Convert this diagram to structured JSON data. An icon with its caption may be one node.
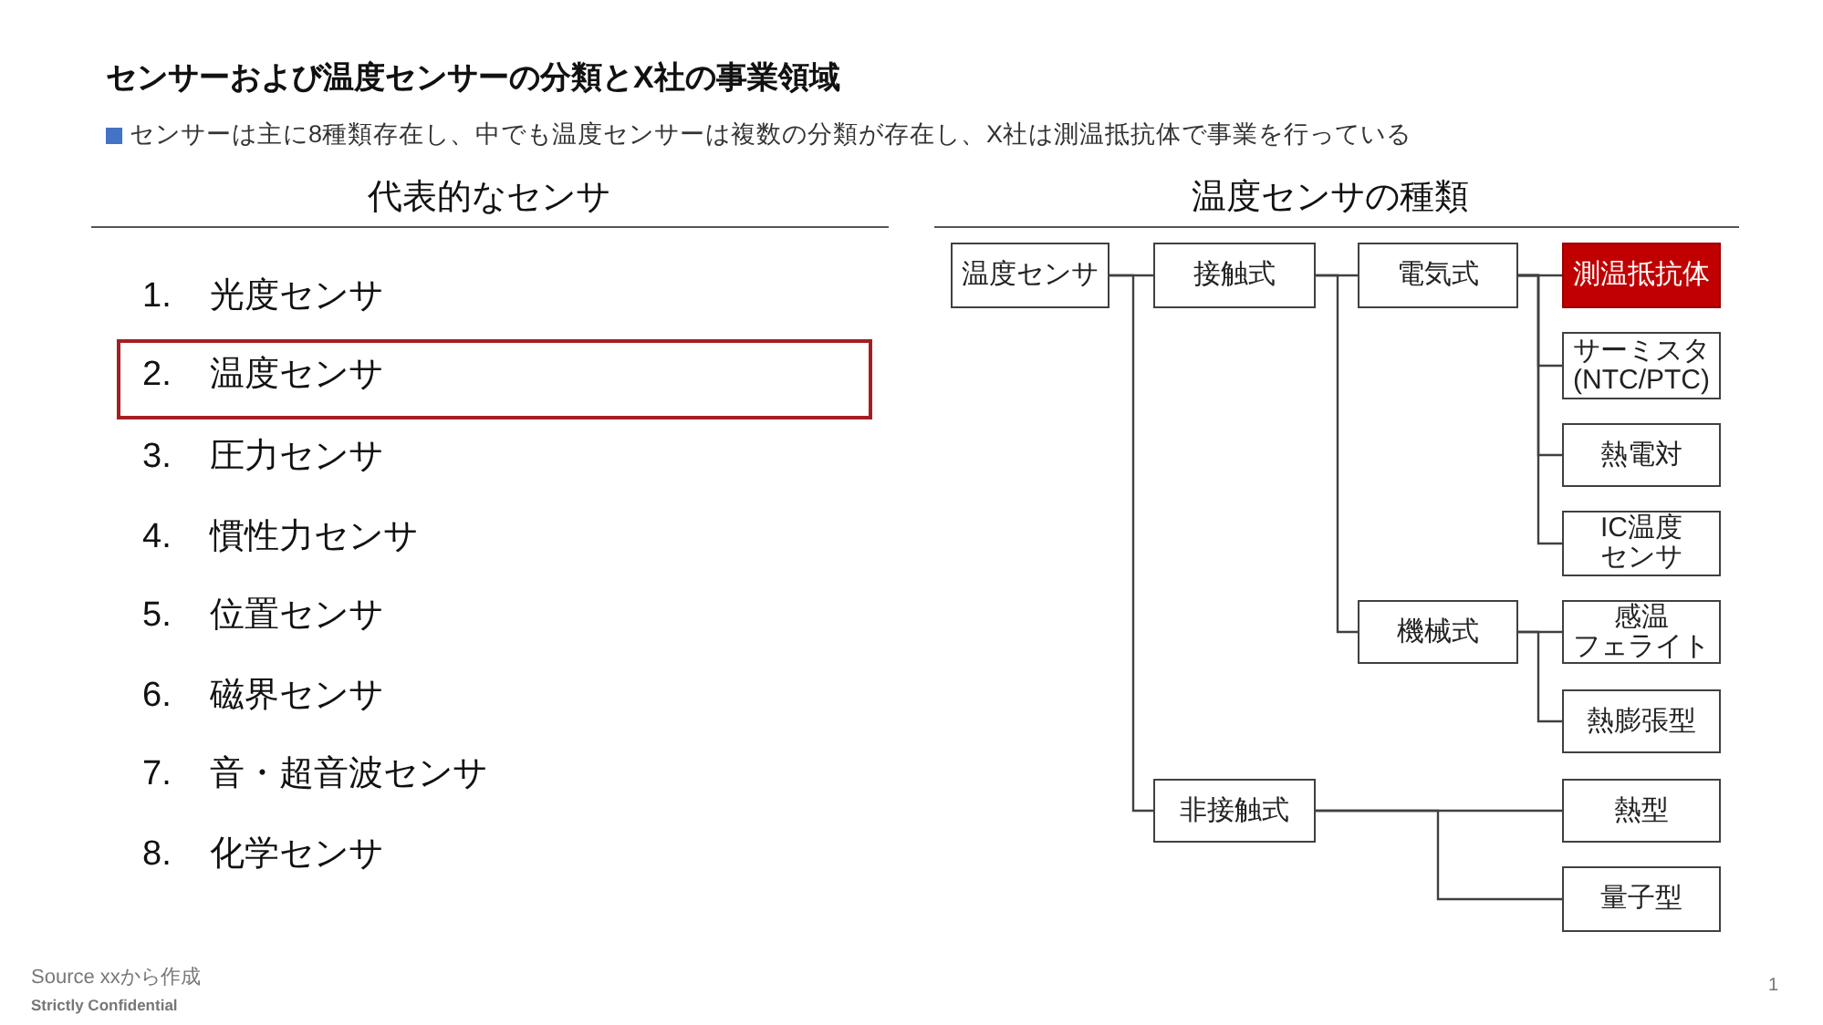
{
  "diagram": {
    "title": "センサーおよび温度センサーの分類とX社の事業領域",
    "nodes": [
      {
        "text": [
          "2.",
          "温度センサ"
        ]
      },
      {
        "text": [
          "温度センサ"
        ]
      },
      {
        "text": [
          "接触式"
        ]
      },
      {
        "text": [
          "電気式"
        ]
      },
      {
        "text": [
          "測温抵抗体"
        ]
      },
      {
        "text": [
          "サーミスタ(NTC/PTC)"
        ]
      },
      {
        "text": [
          "熱電対"
        ]
      },
      {
        "text": [
          "IC温度センサ"
        ]
      },
      {
        "text": [
          "機械式"
        ]
      },
      {
        "text": [
          "感温フェライト"
        ]
      },
      {
        "text": [
          "熱膨張型"
        ]
      },
      {
        "text": [
          "非接触式"
        ]
      },
      {
        "text": [
          "熱型"
        ]
      },
      {
        "text": [
          "量子型"
        ]
      }
    ],
    "edges": [
      {
        "from": 1,
        "to": 2,
        "arrow": "none"
      },
      {
        "from": 2,
        "to": 3,
        "arrow": "none"
      },
      {
        "from": 3,
        "to": 4,
        "arrow": "none"
      },
      {
        "from": 3,
        "to": 5,
        "arrow": "none"
      },
      {
        "from": 3,
        "to": 6,
        "arrow": "none"
      },
      {
        "from": 3,
        "to": 7,
        "arrow": "none"
      },
      {
        "from": 2,
        "to": 8,
        "arrow": "none"
      },
      {
        "from": 8,
        "to": 9,
        "arrow": "none"
      },
      {
        "from": 8,
        "to": 10,
        "arrow": "none"
      },
      {
        "from": 1,
        "to": 11,
        "arrow": "none"
      },
      {
        "from": 11,
        "to": 12,
        "arrow": "none"
      },
      {
        "from": 11,
        "to": 13,
        "arrow": "none"
      }
    ],
    "labels": [
      "センサーは主に8種類存在し、中でも温度センサーは複数の分類が存在し、X社は測温抵抗体で事業を行っている",
      "代表的なセンサ",
      "温度センサの種類",
      "1.",
      "光度センサ",
      "3.",
      "圧力センサ",
      "4.",
      "慣性力センサ",
      "5.",
      "位置センサ",
      "6.",
      "磁界センサ",
      "7.",
      "音・超音波センサ",
      "8.",
      "化学センサ",
      "Source xxから作成",
      "Strictly Confidential",
      "1"
    ]
  }
}
